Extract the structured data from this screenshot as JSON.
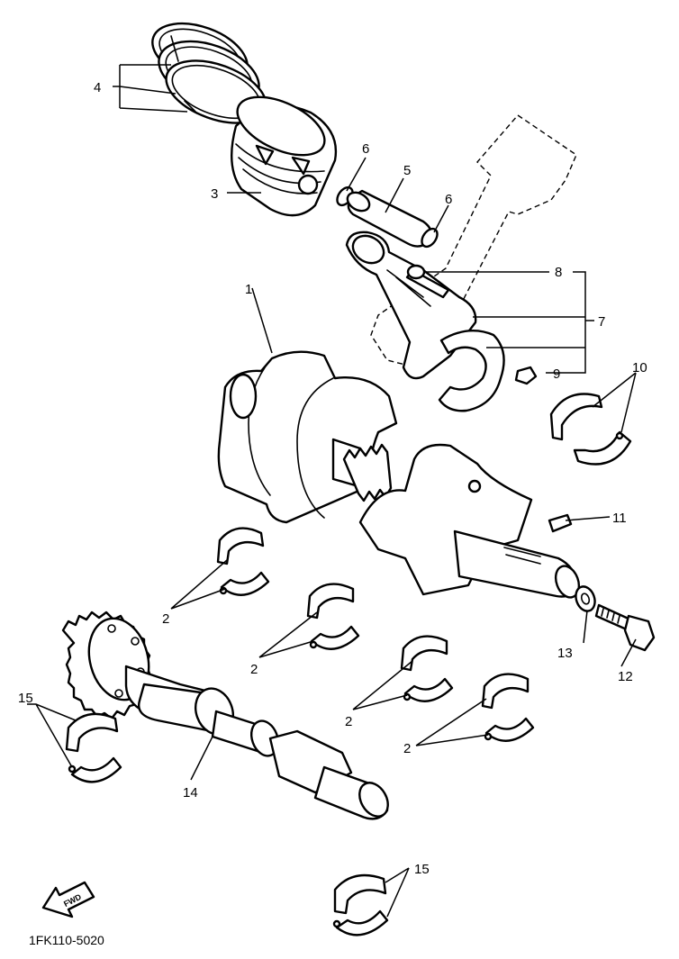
{
  "callouts": {
    "c1": "1",
    "c2a": "2",
    "c2b": "2",
    "c2c": "2",
    "c2d": "2",
    "c3": "3",
    "c4": "4",
    "c5": "5",
    "c6a": "6",
    "c6b": "6",
    "c7": "7",
    "c8": "8",
    "c9": "9",
    "c10": "10",
    "c11": "11",
    "c12": "12",
    "c13": "13",
    "c14": "14",
    "c15a": "15",
    "c15b": "15"
  },
  "fwd_label": "FWD",
  "drawing_code": "1FK110-5020",
  "line_color": "#000000",
  "background_color": "#ffffff"
}
